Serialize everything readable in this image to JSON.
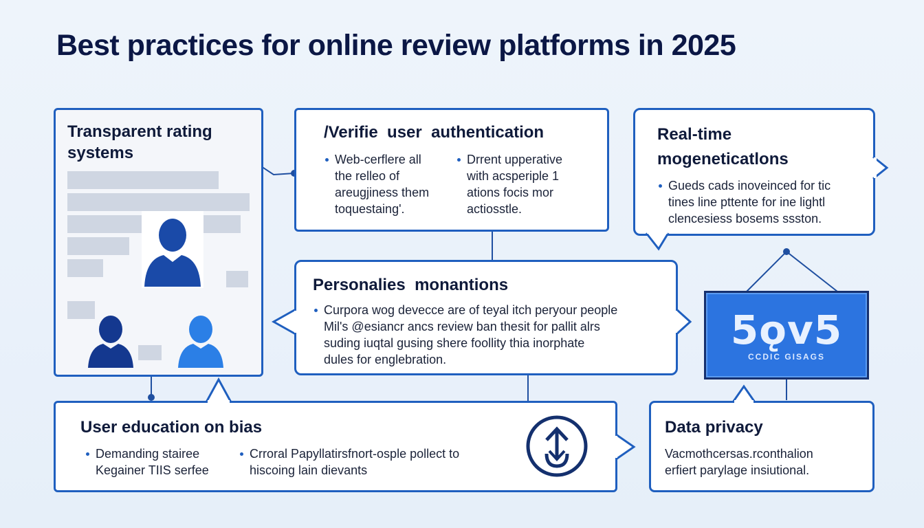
{
  "title": "Best practices for online review platforms in 2025",
  "cards": {
    "rating": {
      "heading": "Transparent rating\nsystems"
    },
    "auth": {
      "heading": "/Verifie  user  authentication",
      "col1": "Web-cerflere all\nthe relleo of\nareugjiness them\ntoquestaing'.",
      "col2": "Drrent upperative\nwith acsperiple 1\nations focis mor\nactiosstle."
    },
    "realtime": {
      "heading": "Real-time\nmogeneticatlons",
      "body": "Gueds cads inoveinced for tic\ntines line pttente for ine lightl\nclencesiess bosems ssston."
    },
    "personal": {
      "heading": "Personalies  monantions",
      "body": "Curpora wog devecce are of teyal itch peryour people\nMil's @esiancr ancs review ban thesit for pallit alrs\nsuding iuqtal gusing shere foollity thia inorphate\ndules for englebration."
    },
    "badge": {
      "big": "5ǫv5",
      "small": "CCDIC GISAGS"
    },
    "education": {
      "heading": "User education on bias",
      "col1": "Demanding stairee\nKegainer TIIS serfee",
      "col2": "Crroral Papyllatirsfnort-osple pollect to\nhiscoing lain dievants"
    },
    "privacy": {
      "heading": "Data privacy",
      "body": "Vacmothcersas.rconthalion\nerfiert parylage insiutional."
    }
  },
  "icons": {
    "avatar_color_dark": "#1a4aa8",
    "avatar_color_mid": "#14388f",
    "avatar_color_light": "#2b7fe6",
    "accent": "#1f5fbf",
    "badge_bg": "#2c74e0"
  }
}
